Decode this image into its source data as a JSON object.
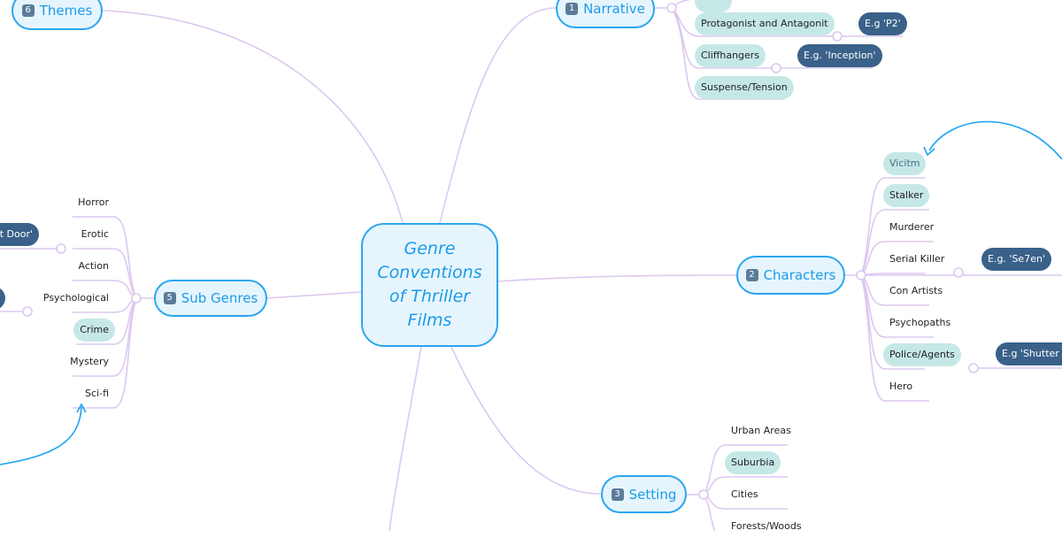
{
  "center": {
    "title": "Genre Conventions of Thriller Films"
  },
  "topics": {
    "themes": {
      "num": "6",
      "label": "Themes"
    },
    "narrative": {
      "num": "1",
      "label": "Narrative",
      "items": [
        "Protagonist and Antagonit",
        "Cliffhangers",
        "Suspense/Tension"
      ],
      "examples": [
        "E.g 'P2'",
        "E.g. 'Inception'"
      ]
    },
    "characters": {
      "num": "2",
      "label": "Characters",
      "items": [
        "Vicitm",
        "Stalker",
        "Murderer",
        "Serial Killer",
        "Con Artists",
        "Psychopaths",
        "Police/Agents",
        "Hero"
      ],
      "examples": [
        "E.g. 'Se7en'",
        "E.g 'Shutter Is"
      ]
    },
    "subgenres": {
      "num": "5",
      "label": "Sub Genres",
      "items": [
        "Horror",
        "Erotic",
        "Action",
        "Psychological",
        "Crime",
        "Mystery",
        "Sci-fi"
      ],
      "examples": [
        "xt Door'"
      ]
    },
    "setting": {
      "num": "3",
      "label": "Setting",
      "items": [
        "Urban Areas",
        "Suburbia",
        "Cities",
        "Forests/Woods"
      ]
    }
  },
  "colors": {
    "accent": "#2ba6f0",
    "node_fill": "#e6f5fd",
    "teal": "#c5e8e6",
    "example": "#3a6189",
    "branch": "#dcc8f0",
    "arrow": "#1aa3f0"
  }
}
